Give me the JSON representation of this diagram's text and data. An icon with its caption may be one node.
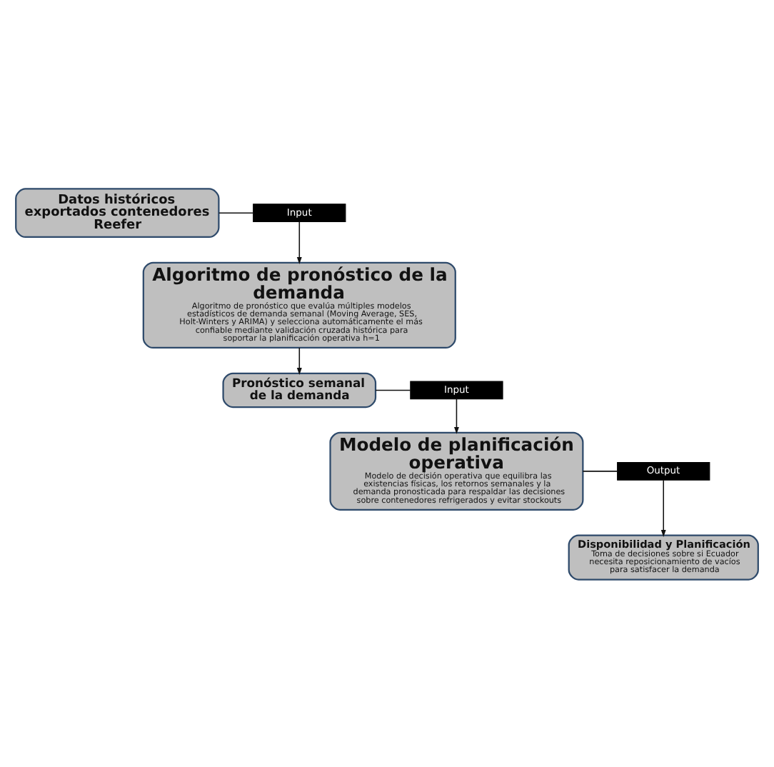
{
  "diagram": {
    "nodes": [
      {
        "text": [
          "Datos históricos exportados contenedores Reefer"
        ]
      },
      {
        "text": [
          "Input"
        ]
      },
      {
        "text": [
          "Algoritmo de pronóstico de la demanda",
          "Algoritmo de pronóstico que evalúa múltiples modelos estadísticos de demanda semanal (Moving Average, SES, Holt-Winters y ARIMA) y selecciona automáticamente el más confiable mediante validación cruzada histórica para soportar la planificación operativa h=1"
        ]
      },
      {
        "text": [
          "Pronóstico semanal de la demanda"
        ]
      },
      {
        "text": [
          "Input"
        ]
      },
      {
        "text": [
          "Modelo de planificación operativa",
          "Modelo de decisión operativa que equilibra las existencias físicas, los retornos semanales y la demanda pronosticada para respaldar las decisiones sobre contenedores refrigerados y evitar stockouts"
        ]
      },
      {
        "text": [
          "Output"
        ]
      },
      {
        "text": [
          "Disponibilidad y Planificación",
          "Toma de decisiones sobre si Ecuador necesita reposicionamiento de vacíos para satisfacer la demanda"
        ]
      }
    ],
    "edges": [
      {
        "from": 0,
        "to": 1,
        "arrow": "none"
      },
      {
        "from": 1,
        "to": 2,
        "arrow": "to"
      },
      {
        "from": 2,
        "to": 3,
        "arrow": "to"
      },
      {
        "from": 3,
        "to": 4,
        "arrow": "none"
      },
      {
        "from": 4,
        "to": 5,
        "arrow": "to"
      },
      {
        "from": 5,
        "to": 6,
        "arrow": "none"
      },
      {
        "from": 6,
        "to": 7,
        "arrow": "to"
      }
    ]
  }
}
